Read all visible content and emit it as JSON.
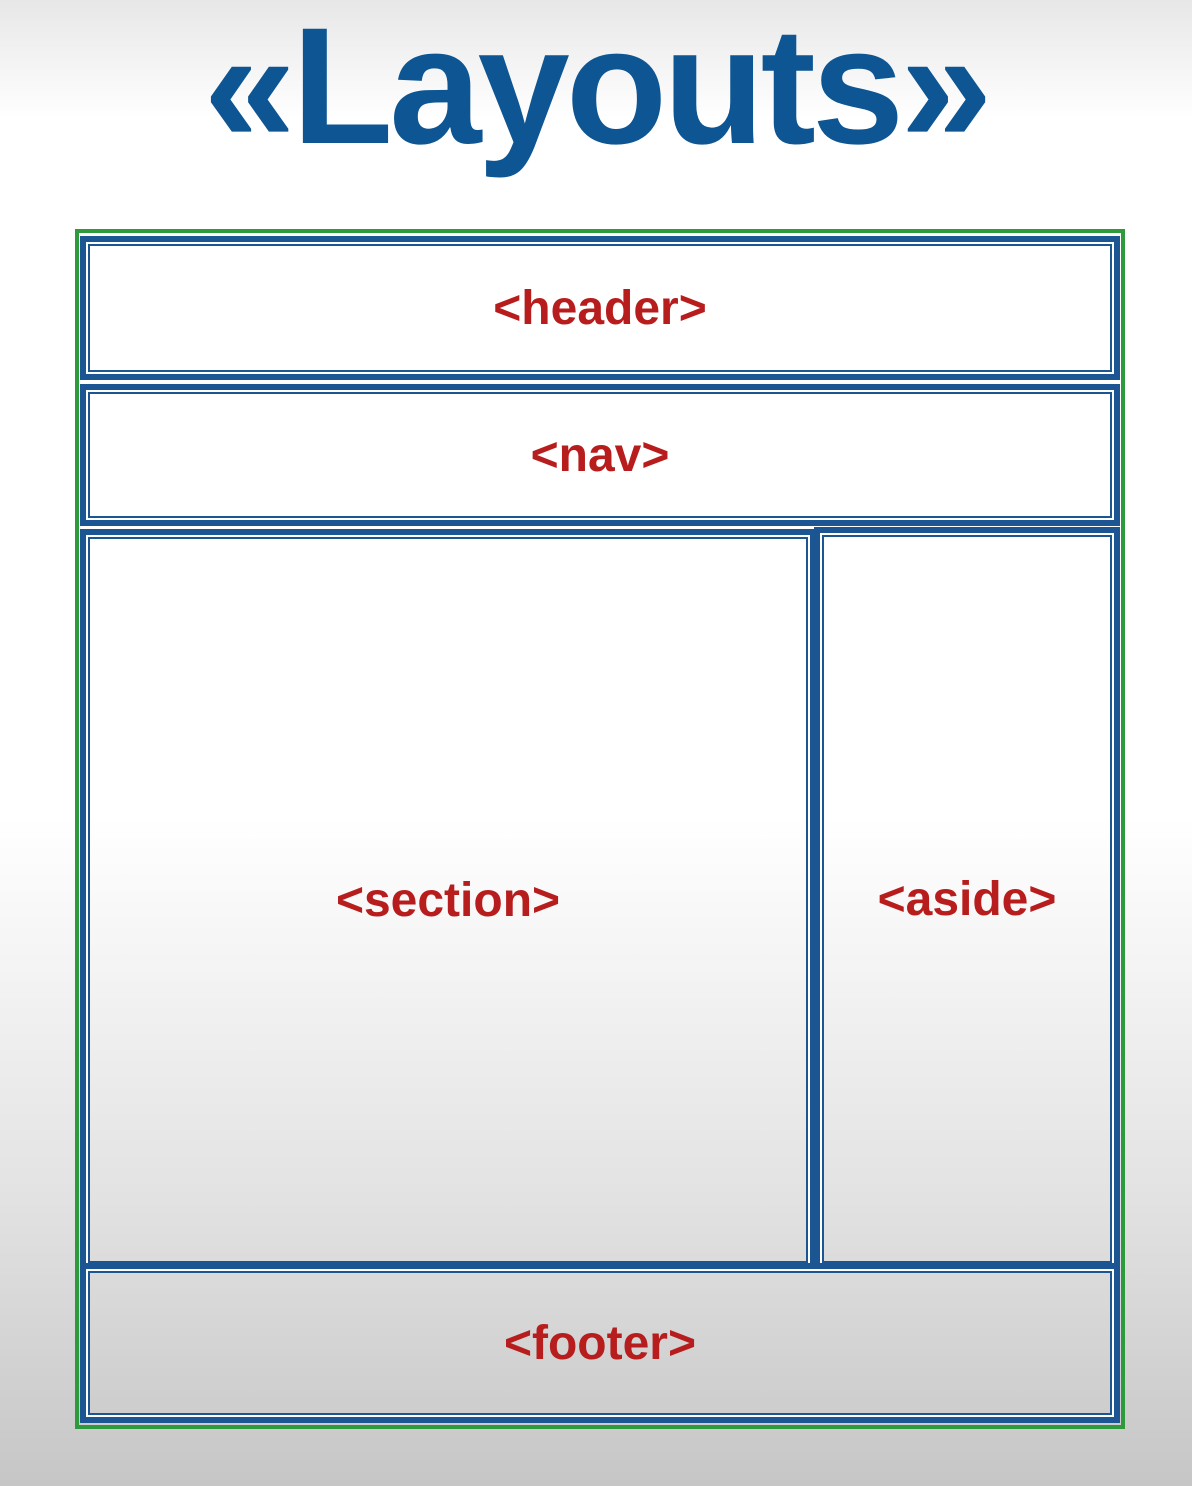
{
  "title": "«Layouts»",
  "colors": {
    "title": "#0d5593",
    "box_border": "#1b5592",
    "outer_border": "#2e9a3b",
    "label": "#b81d1d"
  },
  "regions": {
    "header": "<header>",
    "nav": "<nav>",
    "section": "<section>",
    "aside": "<aside>",
    "footer": "<footer>"
  }
}
